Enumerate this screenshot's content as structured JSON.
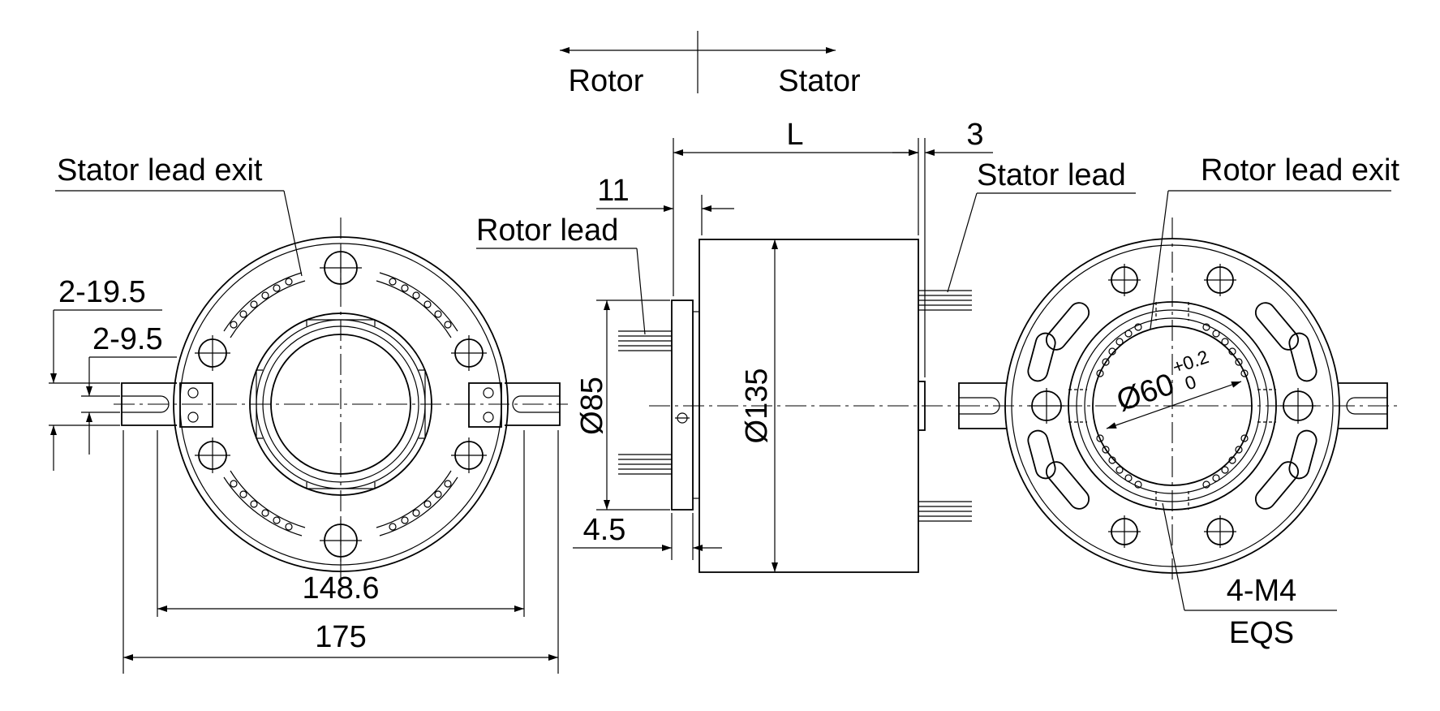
{
  "direction": {
    "rotor": "Rotor",
    "stator": "Stator"
  },
  "left_view": {
    "stator_lead_exit": "Stator lead exit",
    "dim_2_19_5": "2-19.5",
    "dim_2_9_5": "2-9.5",
    "dim_148_6": "148.6",
    "dim_175": "175"
  },
  "side_view": {
    "dim_L": "L",
    "dim_3": "3",
    "dim_11": "11",
    "rotor_lead": "Rotor lead",
    "stator_lead": "Stator lead",
    "dim_d85": "Ø85",
    "dim_d135": "Ø135",
    "dim_4_5": "4.5"
  },
  "right_view": {
    "rotor_lead_exit": "Rotor lead exit",
    "bore_dia": "Ø60",
    "bore_tol_upper": "+0.2",
    "bore_tol_lower": "0",
    "thread_spec": "4-M4",
    "eqs": "EQS"
  }
}
